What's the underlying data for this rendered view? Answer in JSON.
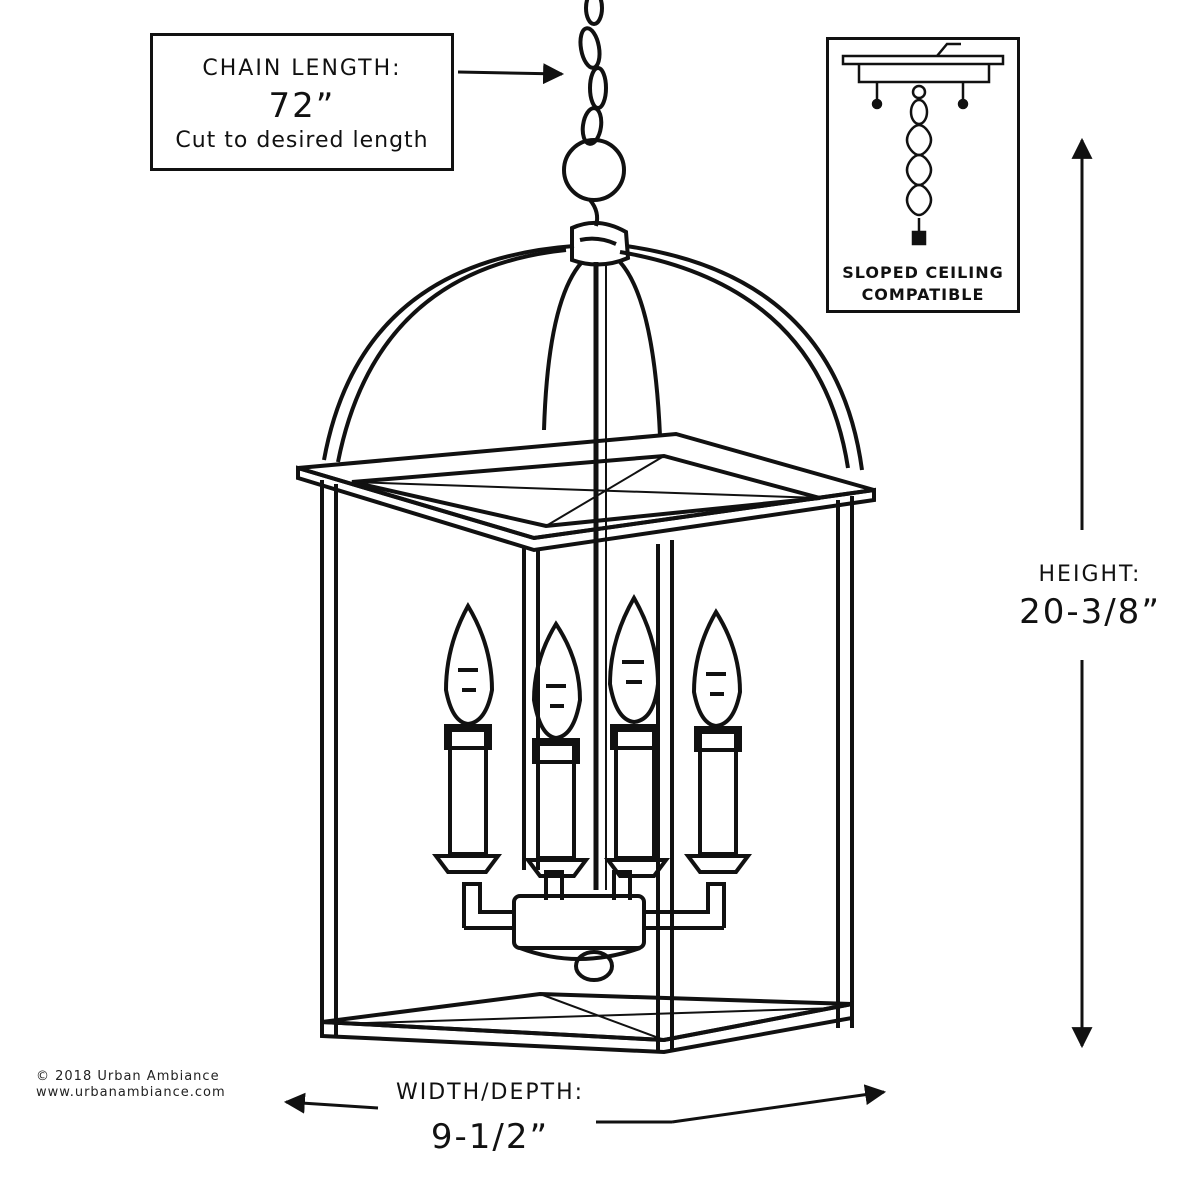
{
  "chain_callout": {
    "label": "CHAIN LENGTH:",
    "value": "72”",
    "note": "Cut to desired length"
  },
  "sloped_ceiling": {
    "line1": "SLOPED CEILING",
    "line2": "COMPATIBLE"
  },
  "height": {
    "label": "HEIGHT:",
    "value": "20-3/8”"
  },
  "width_depth": {
    "label": "WIDTH/DEPTH:",
    "value": "9-1/2”"
  },
  "copyright": {
    "line1": "© 2018 Urban Ambiance",
    "line2": "www.urbanambiance.com"
  },
  "colors": {
    "ink": "#111111",
    "background": "#ffffff"
  }
}
